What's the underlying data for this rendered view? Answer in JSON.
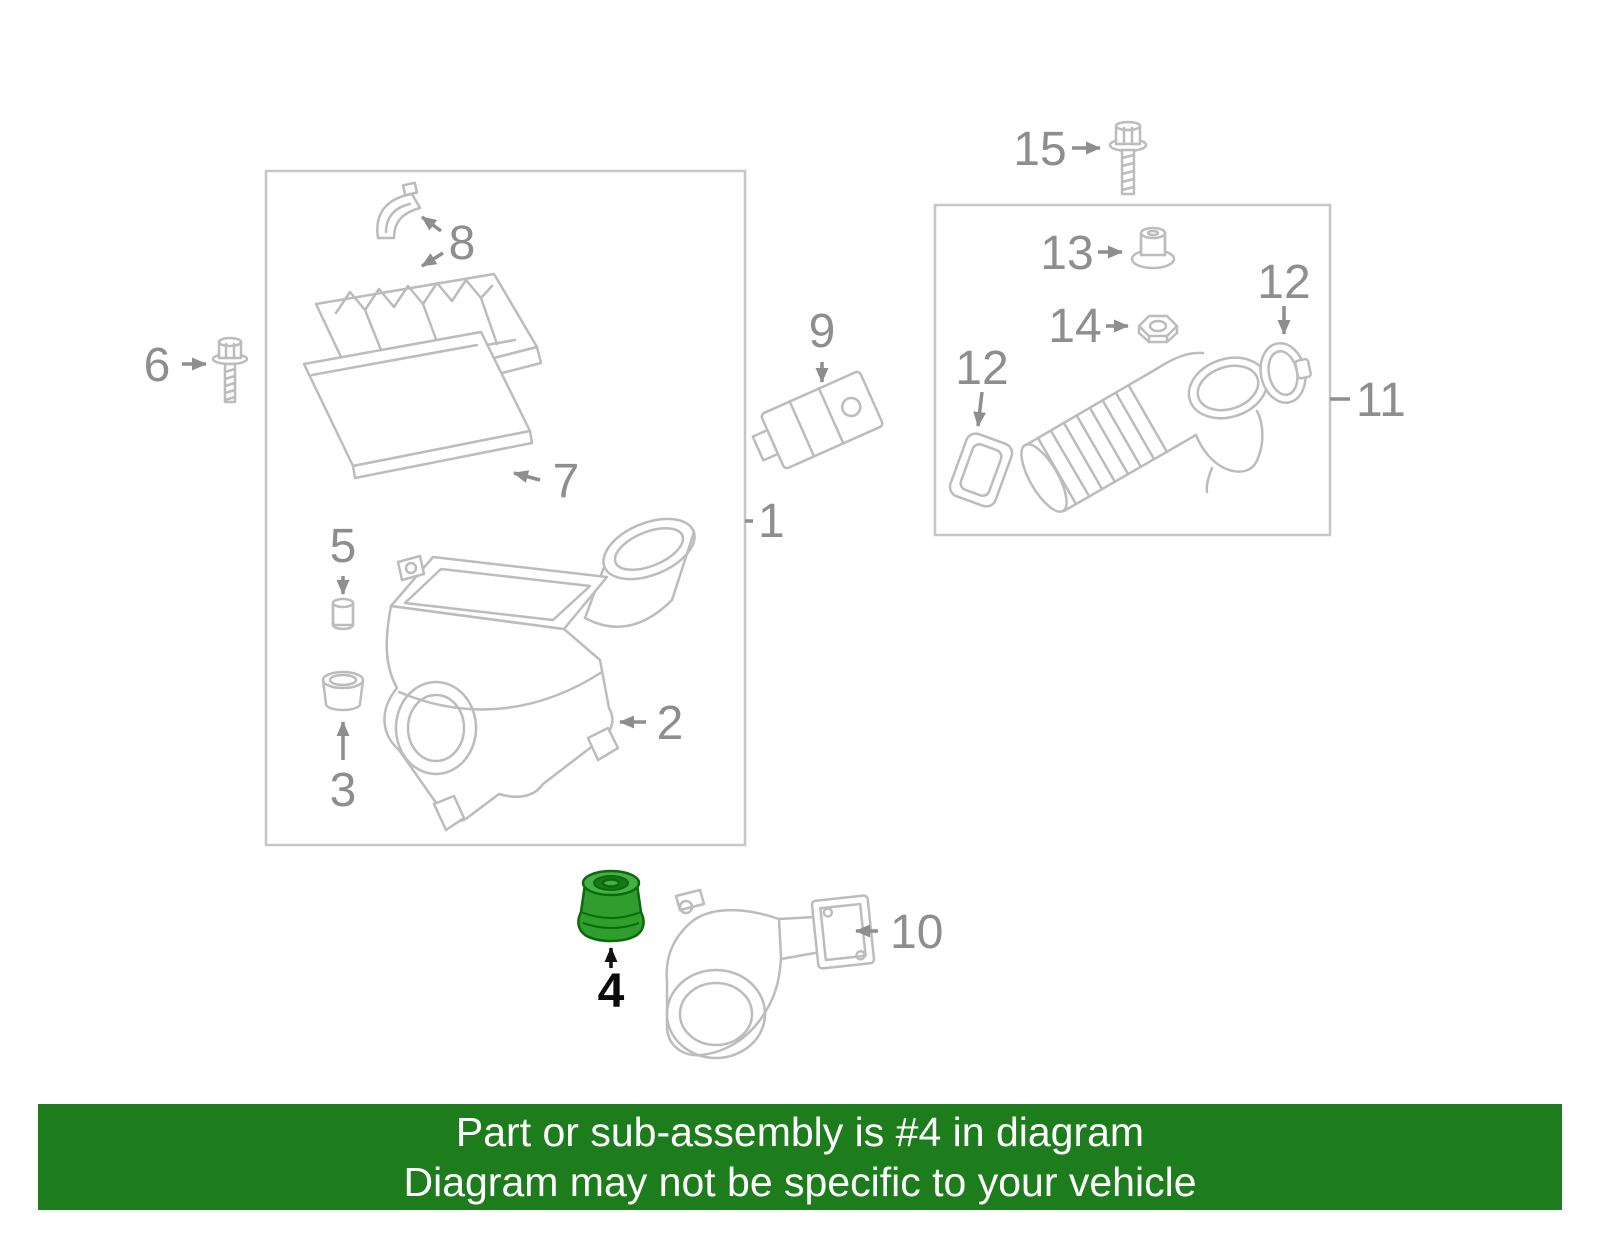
{
  "banner": {
    "line1": "Part or sub-assembly is #4 in diagram",
    "line2": "Diagram may not be specific to your vehicle",
    "background_color": "#1d7d1d",
    "text_color": "#ffffff"
  },
  "diagram": {
    "line_color": "#bcbcbc",
    "callout_color": "#8e8e8e",
    "highlight_color": "#2f9e2f",
    "highlight_label_color": "#0a0a0a",
    "callouts": {
      "assembly": "1",
      "housing": "2",
      "mount": "3",
      "grommet": "4",
      "stud": "5",
      "bolt_left": "6",
      "filter": "7",
      "cover": "8",
      "sensor": "9",
      "duct": "10",
      "hose_assembly": "11",
      "clamp_front": "12",
      "clamp_rear": "12",
      "insulator": "13",
      "nut": "14",
      "bolt_top": "15"
    }
  }
}
